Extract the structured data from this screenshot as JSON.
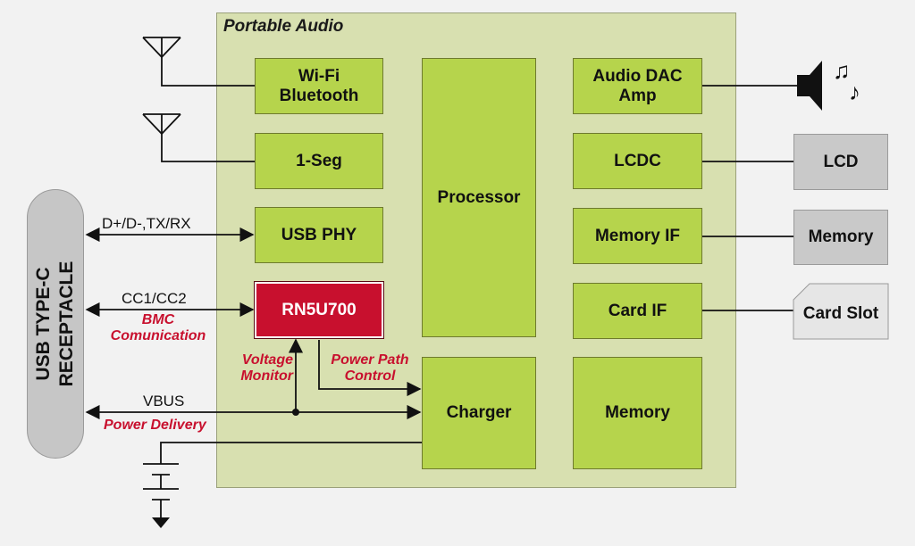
{
  "title": "Portable Audio",
  "blocks": {
    "wifi": [
      "Wi-Fi",
      "Bluetooth"
    ],
    "oneseg": "1-Seg",
    "usbphy": "USB PHY",
    "rn5u700": "RN5U700",
    "processor": "Processor",
    "charger": "Charger",
    "audio": [
      "Audio DAC",
      "Amp"
    ],
    "lcdc": "LCDC",
    "memif": "Memory IF",
    "cardif": "Card IF",
    "memory_int": "Memory"
  },
  "external": {
    "lcd": "LCD",
    "memory": "Memory",
    "cardslot": "Card Slot"
  },
  "usb": [
    "USB TYPE-C",
    "RECEPTACLE"
  ],
  "signals": {
    "data": "D+/D-,TX/RX",
    "cc": "CC1/CC2",
    "vbus": "VBUS"
  },
  "annotations": {
    "bmc": [
      "BMC",
      "Comunication"
    ],
    "voltage": [
      "Voltage",
      "Monitor"
    ],
    "powerpath": [
      "Power Path",
      "Control"
    ],
    "pd": "Power Delivery"
  },
  "music_notes": [
    "♫",
    "♪"
  ]
}
